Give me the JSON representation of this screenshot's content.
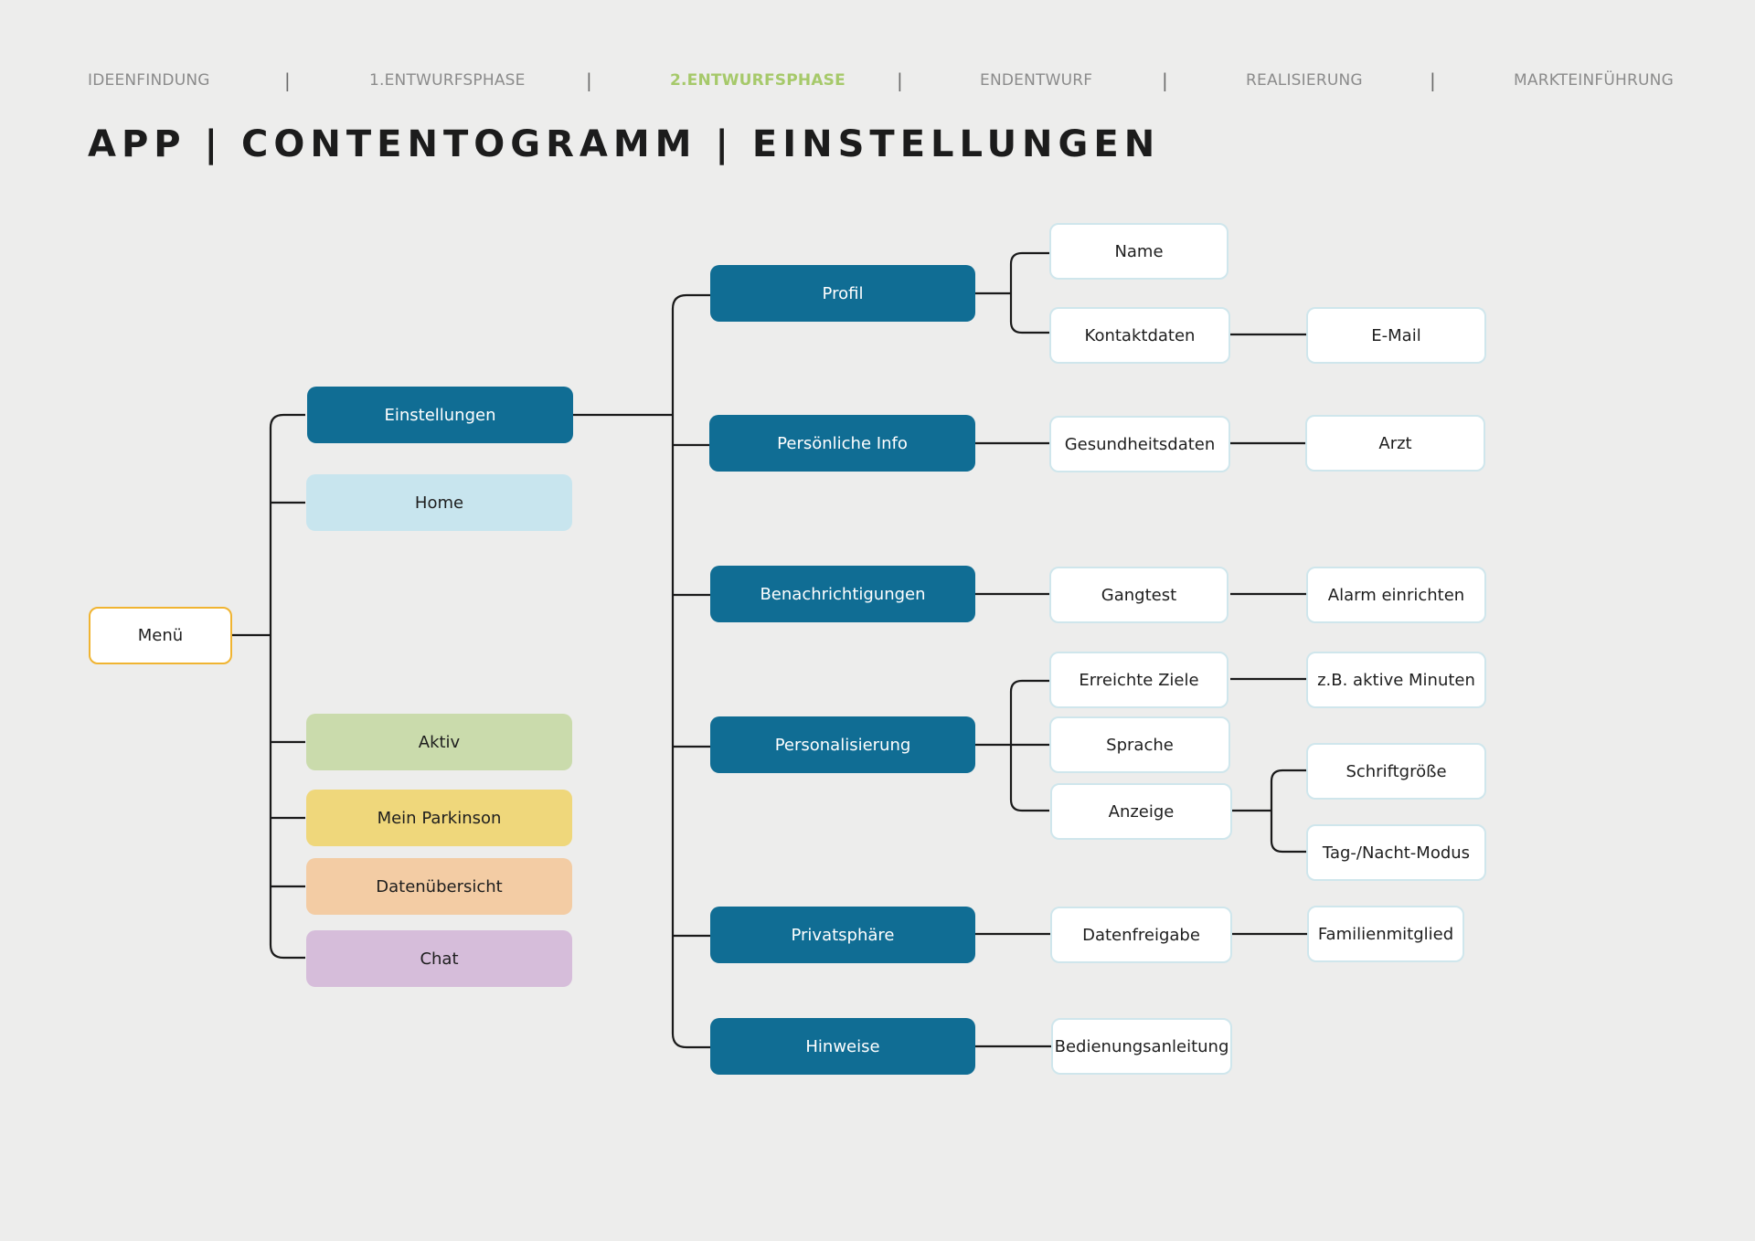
{
  "nav": {
    "phases": [
      {
        "label": "IDEENFINDUNG",
        "active": false
      },
      {
        "label": "1.ENTWURFSPHASE",
        "active": false
      },
      {
        "label": "2.ENTWURFSPHASE",
        "active": true
      },
      {
        "label": "ENDENTWURF",
        "active": false
      },
      {
        "label": "REALISIERUNG",
        "active": false
      },
      {
        "label": "MARKTEINFÜHRUNG",
        "active": false
      }
    ],
    "separator": "|",
    "active_color": "#a6c96a"
  },
  "page": {
    "title": "APP | CONTENTOGRAMM | EINSTELLUNGEN"
  },
  "colors": {
    "primary_node": "#106d94",
    "root_border": "#f0b431",
    "home": "#c8e5ee",
    "aktiv": "#cadbac",
    "mein_parkinson": "#efd77b",
    "datenuebersicht": "#f3cca4",
    "chat": "#d6bdda",
    "connector": "#1a1a1a"
  },
  "diagram": {
    "menu": "Menü",
    "level1": {
      "einstellungen": "Einstellungen",
      "home": "Home",
      "aktiv": "Aktiv",
      "mein_parkinson": "Mein Parkinson",
      "datenuebersicht": "Datenübersicht",
      "chat": "Chat"
    },
    "level2": {
      "profil": "Profil",
      "persoenliche_info": "Persönliche Info",
      "benachrichtigungen": "Benachrichtigungen",
      "personalisierung": "Personalisierung",
      "privatsphaere": "Privatsphäre",
      "hinweise": "Hinweise"
    },
    "level3": {
      "name": "Name",
      "kontaktdaten": "Kontaktdaten",
      "gesundheitsdaten": "Gesundheitsdaten",
      "gangtest": "Gangtest",
      "erreichte_ziele": "Erreichte Ziele",
      "sprache": "Sprache",
      "anzeige": "Anzeige",
      "datenfreigabe": "Datenfreigabe",
      "bedienungsanleitung": "Bedienungsanleitung"
    },
    "level4": {
      "email": "E-Mail",
      "arzt": "Arzt",
      "alarm_einrichten": "Alarm einrichten",
      "aktive_minuten": "z.B. aktive Minuten",
      "schriftgroesse": "Schriftgröße",
      "tag_nacht_modus": "Tag-/Nacht-Modus",
      "familienmitglied": "Familienmitglied"
    }
  }
}
